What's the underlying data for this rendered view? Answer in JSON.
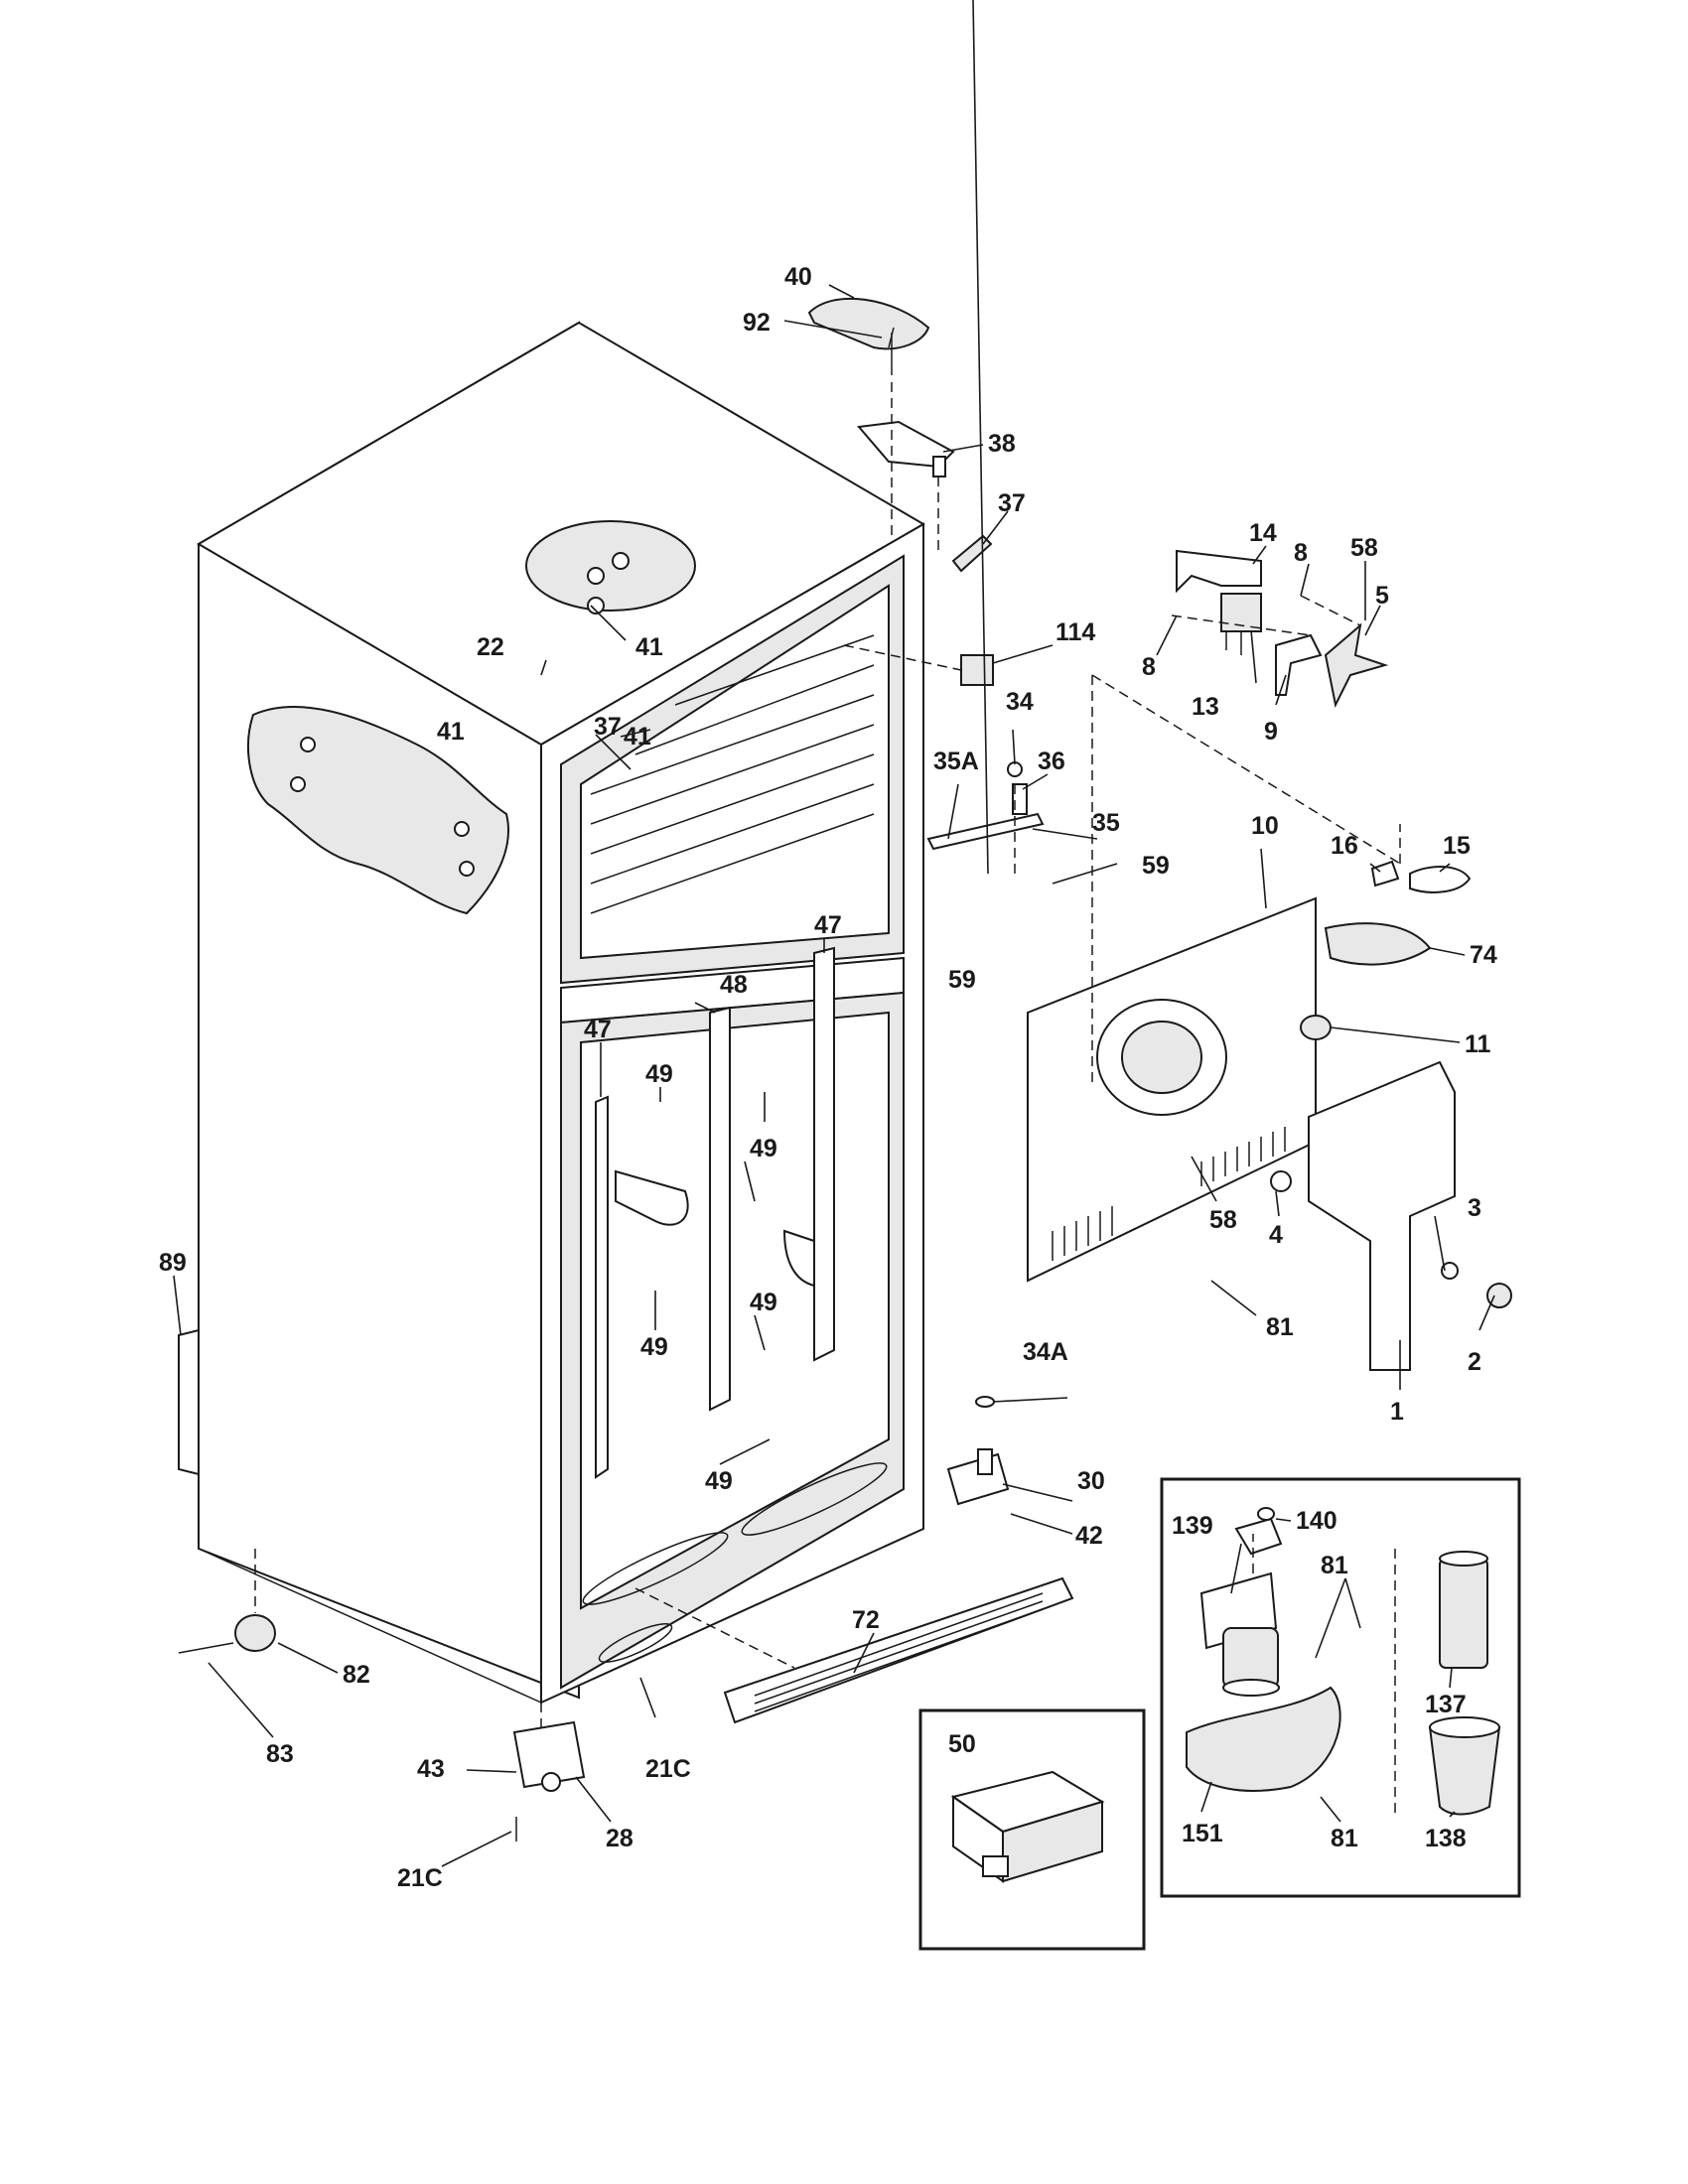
{
  "colors": {
    "ink": "#1a1a1a",
    "paper": "#ffffff",
    "shade": "#e8e8e8"
  },
  "callouts": {
    "c40": "40",
    "c92": "92",
    "c38": "38",
    "c37a": "37",
    "c37b": "37",
    "c41a": "41",
    "c41b": "41",
    "c41c": "41",
    "c22": "22",
    "c14": "14",
    "c8a": "8",
    "c8b": "8",
    "c58a": "58",
    "c5": "5",
    "c13": "13",
    "c9": "9",
    "c114": "114",
    "c34": "34",
    "c35a": "35A",
    "c36": "36",
    "c35": "35",
    "c59a": "59",
    "c59b": "59",
    "c10": "10",
    "c16": "16",
    "c15": "15",
    "c74": "74",
    "c11": "11",
    "c47a": "47",
    "c47b": "47",
    "c48": "48",
    "c49a": "49",
    "c49b": "49",
    "c49c": "49",
    "c49d": "49",
    "c49e": "49",
    "c58b": "58",
    "c4": "4",
    "c3": "3",
    "c2": "2",
    "c81a": "81",
    "c1": "1",
    "c89": "89",
    "c34a": "34A",
    "c30": "30",
    "c42": "42",
    "c139": "139",
    "c140": "140",
    "c81b": "81",
    "c137": "137",
    "c151": "151",
    "c81c": "81",
    "c138": "138",
    "c72": "72",
    "c50": "50",
    "c82": "82",
    "c83": "83",
    "c43": "43",
    "c28": "28",
    "c21ca": "21C",
    "c21cb": "21C"
  }
}
